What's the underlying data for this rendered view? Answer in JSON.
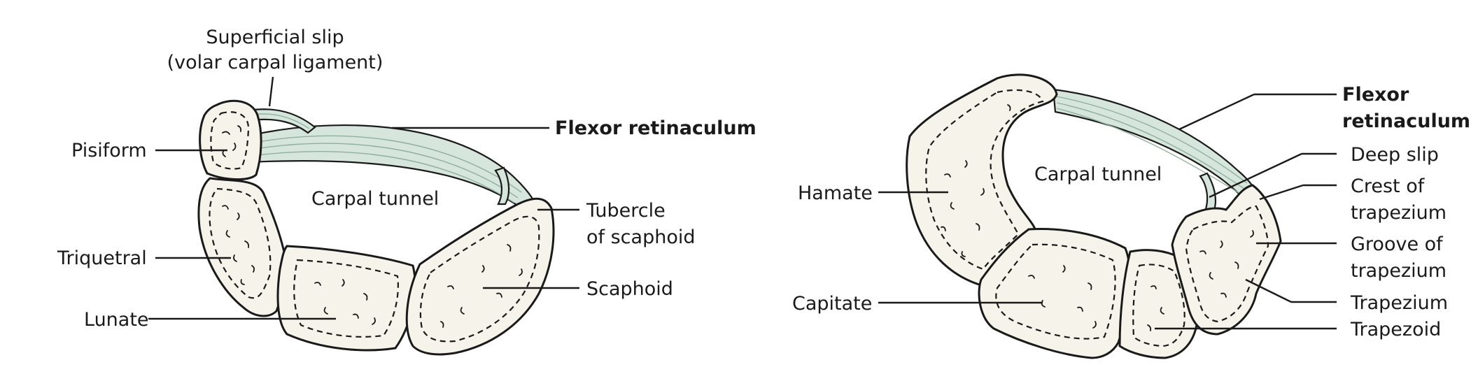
{
  "left_panel": {
    "superficial_slip": [
      "Superficial slip",
      "(volar carpal ligament)"
    ],
    "flexor_retinaculum": "Flexor retinaculum",
    "carpal_tunnel": "Carpal tunnel",
    "pisiform": "Pisiform",
    "triquetral": "Triquetral",
    "lunate": "Lunate",
    "tubercle_of_scaphoid": [
      "Tubercle",
      "of scaphoid"
    ],
    "scaphoid": "Scaphoid"
  },
  "right_panel": {
    "flexor_retinaculum": [
      "Flexor",
      "retinaculum"
    ],
    "carpal_tunnel": "Carpal tunnel",
    "hamate": "Hamate",
    "capitate": "Capitate",
    "deep_slip": "Deep slip",
    "crest_of_trapezium": [
      "Crest of",
      "trapezium"
    ],
    "groove_of_trapezium": [
      "Groove of",
      "trapezium"
    ],
    "trapezium": "Trapezium",
    "trapezoid": "Trapezoid"
  }
}
